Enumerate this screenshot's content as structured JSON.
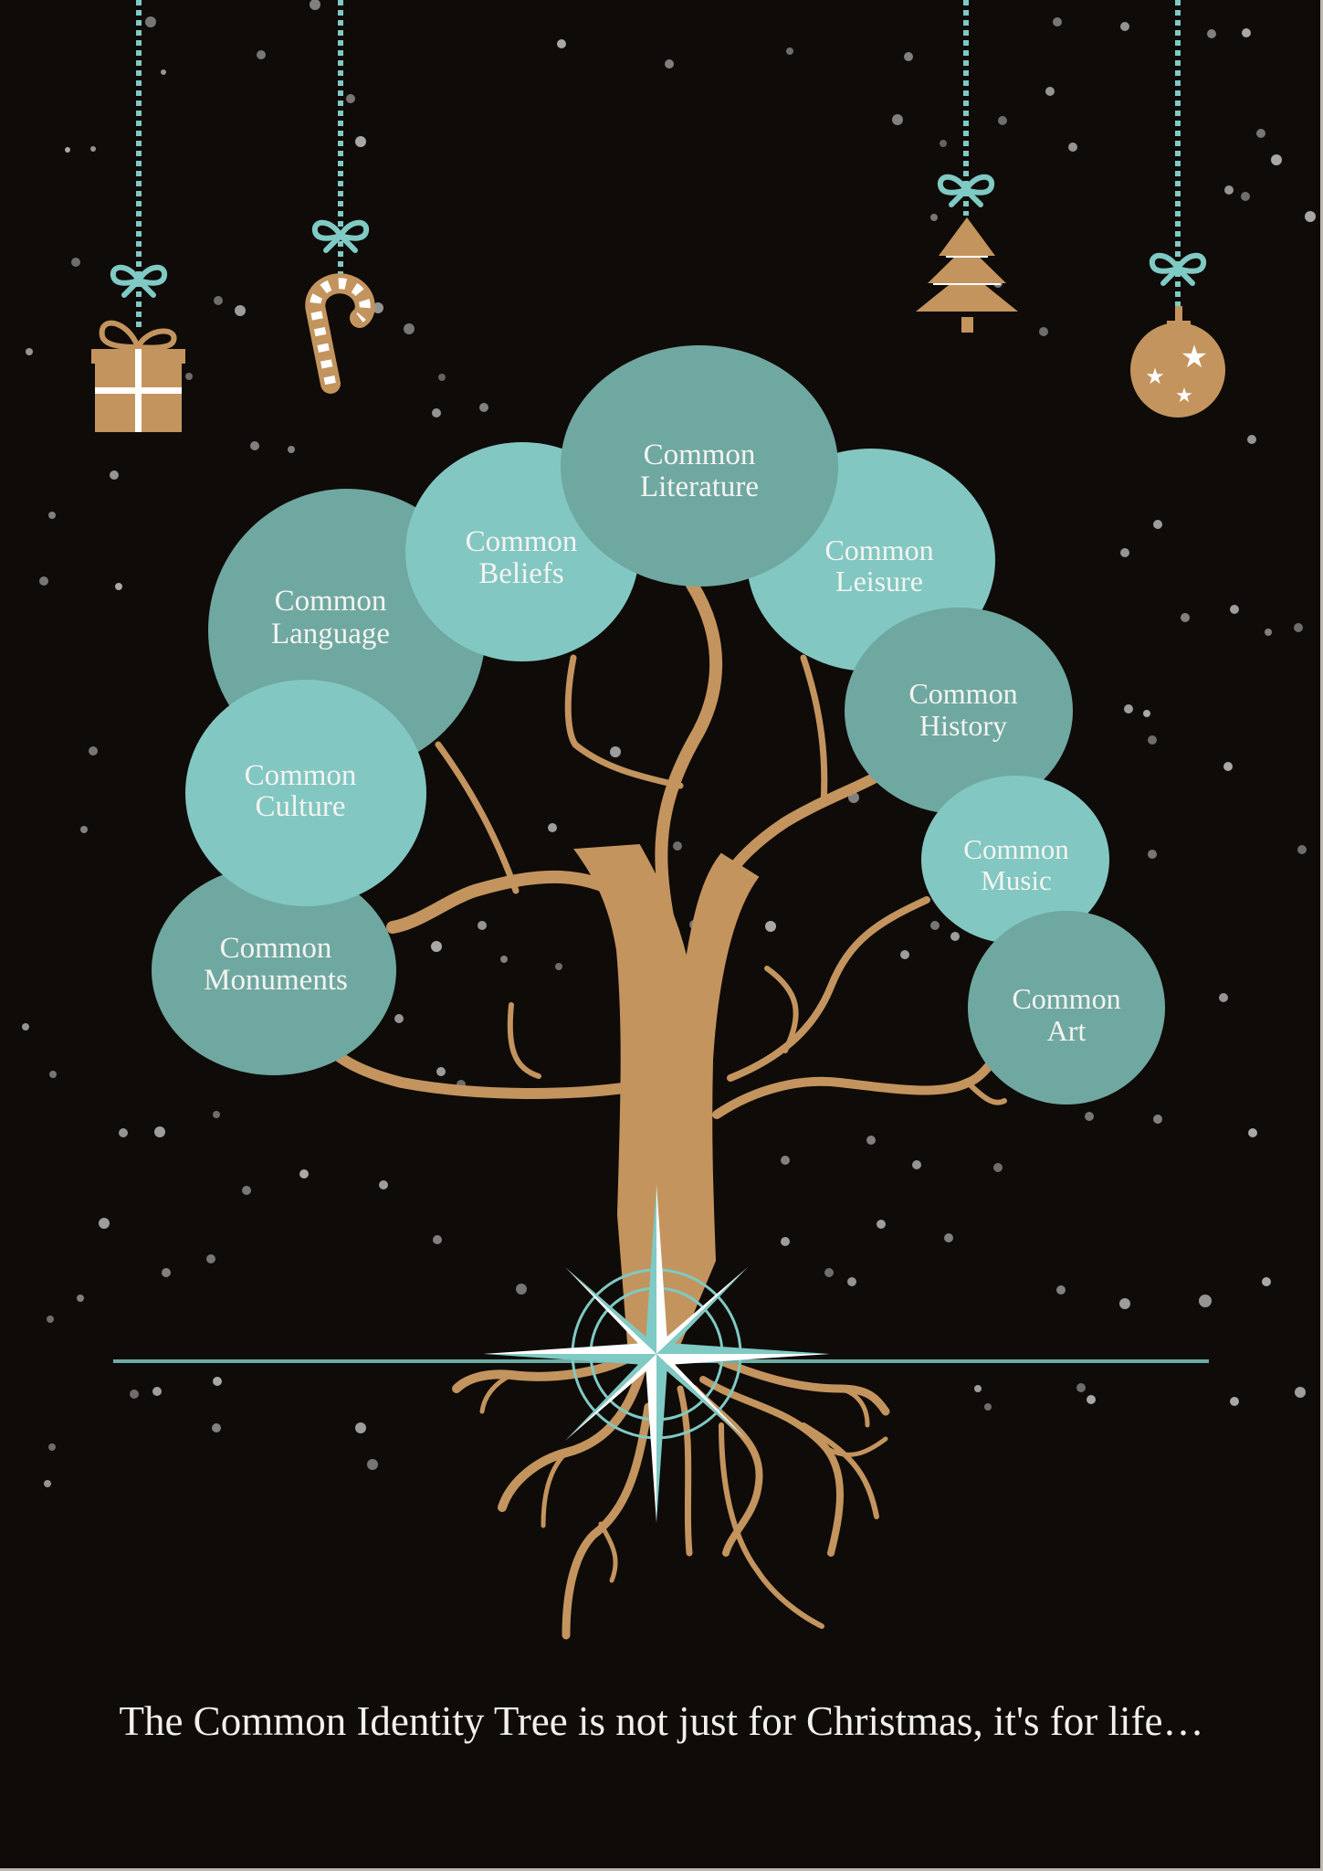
{
  "colors": {
    "background": "#0f0b08",
    "teal_dark": "#6fa8a1",
    "teal_light": "#82c7c2",
    "string": "#7fcac4",
    "tan": "#c4945e",
    "snow": "#cfcfcf"
  },
  "ornaments": [
    {
      "name": "gift-box",
      "icon": "gift-icon"
    },
    {
      "name": "candy-cane",
      "icon": "candy-cane-icon"
    },
    {
      "name": "christmas-tree",
      "icon": "christmas-tree-icon"
    },
    {
      "name": "bauble",
      "icon": "bauble-icon"
    }
  ],
  "bubbles": [
    {
      "id": "language",
      "line1": "Common",
      "line2": "Language"
    },
    {
      "id": "beliefs",
      "line1": "Common",
      "line2": "Beliefs"
    },
    {
      "id": "literature",
      "line1": "Common",
      "line2": "Literature"
    },
    {
      "id": "leisure",
      "line1": "Common",
      "line2": "Leisure"
    },
    {
      "id": "history",
      "line1": "Common",
      "line2": "History"
    },
    {
      "id": "music",
      "line1": "Common",
      "line2": "Music"
    },
    {
      "id": "art",
      "line1": "Common",
      "line2": "Art"
    },
    {
      "id": "culture",
      "line1": "Common",
      "line2": "Culture"
    },
    {
      "id": "monuments",
      "line1": "Common",
      "line2": "Monuments"
    }
  ],
  "compass": {
    "icon": "compass-rose-icon"
  },
  "caption": "The Common Identity Tree is not just for Christmas, it's for life…"
}
